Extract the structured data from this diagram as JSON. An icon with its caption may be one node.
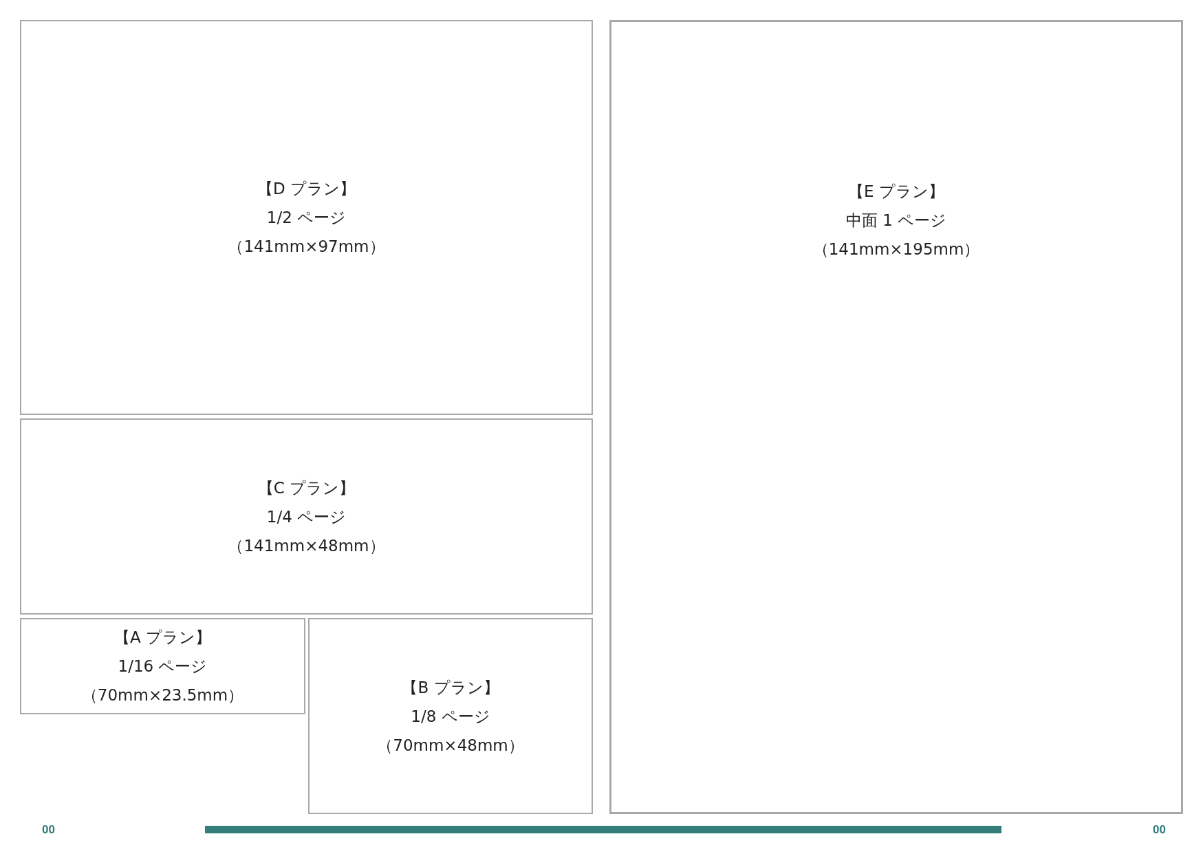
{
  "diagram": {
    "nodes": [
      {
        "text": [
          "【D プラン】",
          "1/2 ページ",
          "（141mm×97mm）"
        ]
      },
      {
        "text": [
          "【C プラン】",
          "1/4 ページ",
          "（141mm×48mm）"
        ]
      },
      {
        "text": [
          "【A プラン】",
          "1/16 ページ",
          "（70mm×23.5mm）"
        ]
      },
      {
        "text": [
          "【B プラン】",
          "1/8 ページ",
          "（70mm×48mm）"
        ]
      },
      {
        "text": [
          "【E プラン】",
          "中面 1 ページ",
          "（141mm×195mm）"
        ]
      }
    ],
    "labels": [
      "00",
      "00"
    ]
  }
}
